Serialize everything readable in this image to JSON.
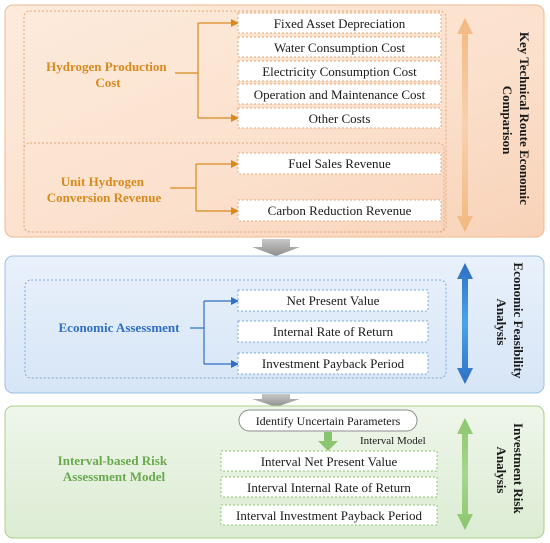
{
  "section1": {
    "title": "Key Technical Route Economic Comparison",
    "title_lines": [
      "Key Technical Route Economic",
      "Comparison"
    ],
    "cost": {
      "label_lines": [
        "Hydrogen Production",
        "Cost"
      ],
      "items": [
        "Fixed Asset Depreciation",
        "Water Consumption Cost",
        "Electricity Consumption Cost",
        "Operation and Maintenance Cost",
        "Other Costs"
      ]
    },
    "revenue": {
      "label_lines": [
        "Unit Hydrogen",
        "Conversion Revenue"
      ],
      "items": [
        "Fuel Sales Revenue",
        "Carbon Reduction Revenue"
      ]
    }
  },
  "section2": {
    "title_lines": [
      "Economic Feasibility",
      "Analysis"
    ],
    "label": "Economic Assessment",
    "items": [
      "Net Present Value",
      "Internal Rate of Return",
      "Investment Payback Period"
    ]
  },
  "section3": {
    "title_lines": [
      "Investment Risk",
      "Analysis"
    ],
    "label_lines": [
      "Interval-based Risk",
      "Assessment Model"
    ],
    "identify": "Identify Uncertain Parameters",
    "interval_model": "Interval Model",
    "items": [
      "Interval Net Present Value",
      "Interval Internal Rate of Return",
      "Interval Investment Payback Period"
    ]
  },
  "colors": {
    "orange": "#d98a1f",
    "blue": "#2f6fc4",
    "green": "#6aa84f"
  }
}
